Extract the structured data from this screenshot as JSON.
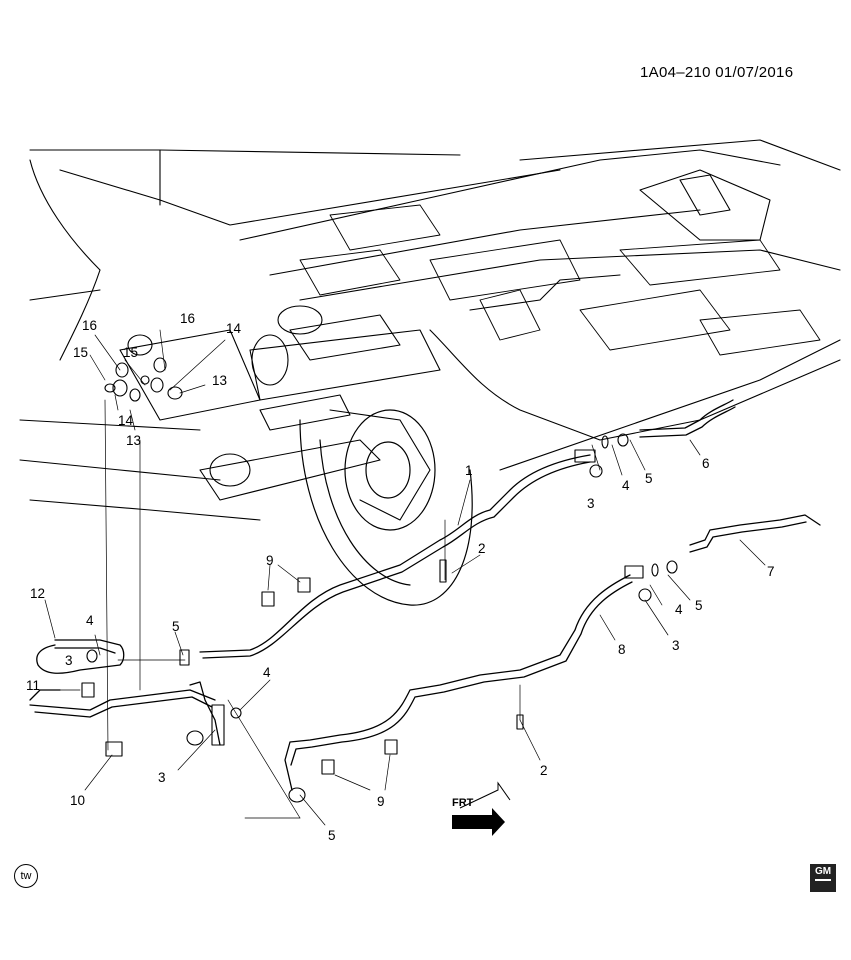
{
  "header": {
    "code": "1A04–210 01/07/2016"
  },
  "footer": {
    "tw_label": "tw",
    "gm_logo": "GM"
  },
  "direction_marker": {
    "label": "FRT"
  },
  "callouts": [
    {
      "id": "c1",
      "text": "1"
    },
    {
      "id": "c2a",
      "text": "2"
    },
    {
      "id": "c2b",
      "text": "2"
    },
    {
      "id": "c3a",
      "text": "3"
    },
    {
      "id": "c3b",
      "text": "3"
    },
    {
      "id": "c3c",
      "text": "3"
    },
    {
      "id": "c3d",
      "text": "3"
    },
    {
      "id": "c4a",
      "text": "4"
    },
    {
      "id": "c4b",
      "text": "4"
    },
    {
      "id": "c4c",
      "text": "4"
    },
    {
      "id": "c4d",
      "text": "4"
    },
    {
      "id": "c5a",
      "text": "5"
    },
    {
      "id": "c5b",
      "text": "5"
    },
    {
      "id": "c5c",
      "text": "5"
    },
    {
      "id": "c5d",
      "text": "5"
    },
    {
      "id": "c6",
      "text": "6"
    },
    {
      "id": "c7",
      "text": "7"
    },
    {
      "id": "c8",
      "text": "8"
    },
    {
      "id": "c9a",
      "text": "9"
    },
    {
      "id": "c9b",
      "text": "9"
    },
    {
      "id": "c10",
      "text": "10"
    },
    {
      "id": "c11",
      "text": "11"
    },
    {
      "id": "c12",
      "text": "12"
    },
    {
      "id": "c13a",
      "text": "13"
    },
    {
      "id": "c13b",
      "text": "13"
    },
    {
      "id": "c14a",
      "text": "14"
    },
    {
      "id": "c14b",
      "text": "14"
    },
    {
      "id": "c15a",
      "text": "15"
    },
    {
      "id": "c15b",
      "text": "15"
    },
    {
      "id": "c16a",
      "text": "16"
    },
    {
      "id": "c16b",
      "text": "16"
    }
  ]
}
